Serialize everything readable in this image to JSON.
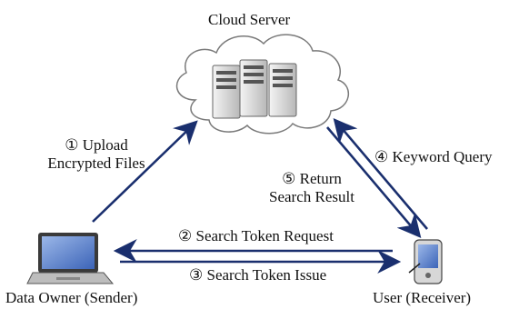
{
  "nodes": {
    "cloud_server": "Cloud Server",
    "data_owner": "Data Owner (Sender)",
    "user": "User (Receiver)"
  },
  "steps": {
    "upload_1": "① Upload",
    "upload_2": "Encrypted Files",
    "token_request": "② Search Token Request",
    "token_issue": "③ Search Token Issue",
    "keyword_query": "④ Keyword Query",
    "return_1": "⑤ Return",
    "return_2": "Search Result"
  },
  "colors": {
    "arrow": "#1a2f6e",
    "cloud_stroke": "#7a7a7a",
    "server": "#d9d9d9"
  },
  "icons": [
    "cloud-icon",
    "server-rack-icon",
    "laptop-icon",
    "pda-icon"
  ]
}
